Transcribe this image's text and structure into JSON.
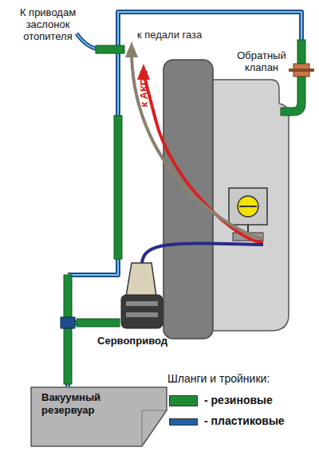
{
  "diagram": {
    "nodes": [
      {
        "text": [
          "Вакуумный резервуар"
        ]
      },
      {
        "text": [
          "Сервопривод"
        ]
      }
    ],
    "edges": [
      {
        "from": 0,
        "to": 1,
        "arrow": "none"
      }
    ],
    "labels": [
      "К приводам заслонок отопителя",
      "к педали газа",
      "Обратный клапан",
      "к АКПП",
      "Шланги и тройники:"
    ],
    "legend": [
      {
        "text": "- резиновые",
        "color": "#1e8a35"
      },
      {
        "text": "- пластиковые",
        "color": "#2060a8"
      }
    ]
  }
}
